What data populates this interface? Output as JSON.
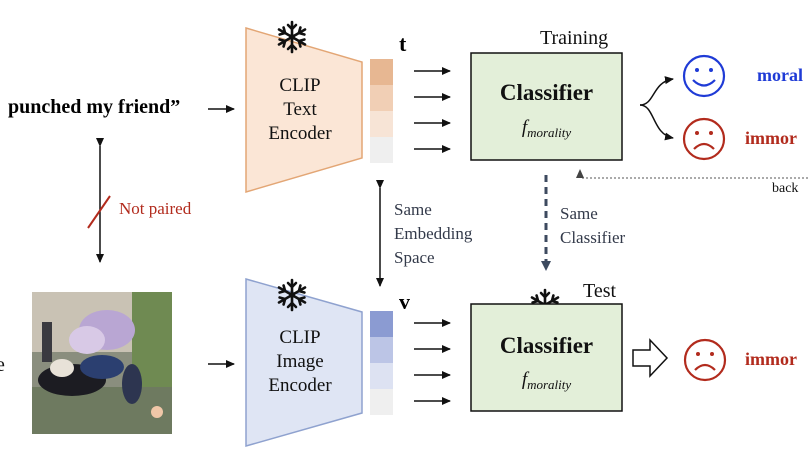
{
  "text_prompt": {
    "text": "punched my friend”",
    "clip_left": "e"
  },
  "pair_note": "Not paired",
  "text_encoder": {
    "line1": "CLIP",
    "line2": "Text",
    "line3": "Encoder",
    "color": "#fbe6d6",
    "stroke": "#e3a675"
  },
  "image_encoder": {
    "line1": "CLIP",
    "line2": "Image",
    "line3": "Encoder",
    "color": "#dfe5f4",
    "stroke": "#8fa2cf"
  },
  "frozen_icon": "snowflake-icon",
  "vector_t": {
    "label": "t",
    "colors": [
      "#e7b792",
      "#f1cfb5",
      "#f7e4d6",
      "#efefef"
    ]
  },
  "vector_v": {
    "label": "v",
    "colors": [
      "#8b9bd2",
      "#bcc5e6",
      "#dde2f2",
      "#efefef"
    ]
  },
  "embedding_note": {
    "line1": "Same",
    "line2": "Embedding",
    "line3": "Space"
  },
  "training": {
    "stage_label": "Training",
    "classifier_title": "Classifier",
    "classifier_fn": "f",
    "classifier_sub": "morality",
    "moral_label": "moral",
    "immoral_label": "immor",
    "backprop_label": "back"
  },
  "same_classifier_note": {
    "line1": "Same",
    "line2": "Classifier"
  },
  "test": {
    "stage_label": "Test",
    "classifier_title": "Classifier",
    "classifier_fn": "f",
    "classifier_sub": "morality",
    "immoral_label": "immor"
  },
  "colors": {
    "classifier_fill": "#e3efd9",
    "moral_blue": "#1f3bd6",
    "immoral_red": "#b22b1d",
    "arrow": "#111111",
    "dashed": "#3d4a5f"
  }
}
